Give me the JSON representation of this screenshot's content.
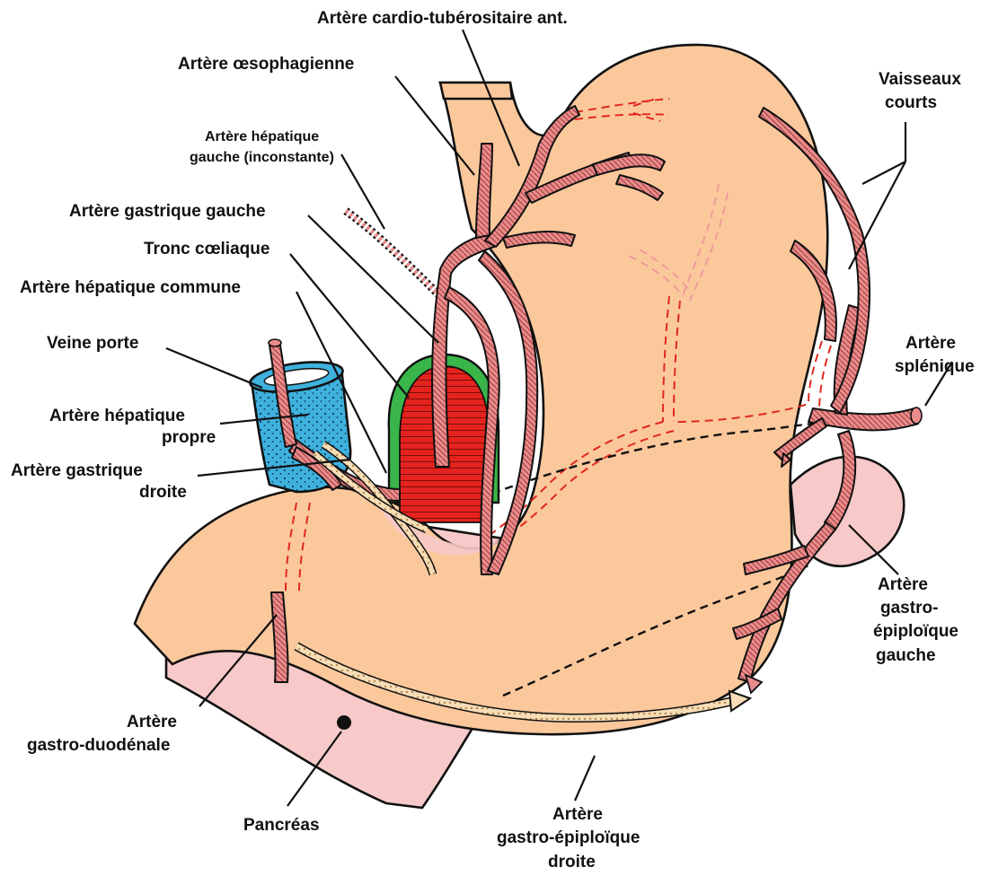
{
  "diagram": {
    "colors": {
      "stomach": "#fbc89c",
      "artery": "#e98b8b",
      "pancreas": "#f7c9c9",
      "portal_vein": "#3fb1dd",
      "aorta_red": "#e5231e",
      "aorta_rim": "#39b54a",
      "hidden_artery": "#e0281e",
      "epiploic_artery": "#f6ddb6"
    },
    "labels": {
      "cardio_tuberositaire": "Artère cardio-tubérositaire ant.",
      "oesophagienne": "Artère œsophagienne",
      "hepatique_gauche_1": "Artère hépatique",
      "hepatique_gauche_2": "gauche (inconstante)",
      "gastrique_gauche": "Artère gastrique gauche",
      "tronc_coeliaque": "Tronc cœliaque",
      "hepatique_commune": "Artère hépatique commune",
      "veine_porte": "Veine porte",
      "hepatique_propre_1": "Artère hépatique",
      "hepatique_propre_2": "propre",
      "gastrique_droite_1": "Artère gastrique",
      "gastrique_droite_2": "droite",
      "gastro_duodenale_1": "Artère",
      "gastro_duodenale_2": "gastro-duodénale",
      "pancreas": "Pancréas",
      "gastro_epiploique_droite_1": "Artère",
      "gastro_epiploique_droite_2": "gastro-épiploïque",
      "gastro_epiploique_droite_3": "droite",
      "vaisseaux_courts_1": "Vaisseaux",
      "vaisseaux_courts_2": "courts",
      "splenique_1": "Artère",
      "splenique_2": "splénique",
      "gastro_epiploique_gauche_1": "Artère",
      "gastro_epiploique_gauche_2": "gastro-",
      "gastro_epiploique_gauche_3": "épiploïque",
      "gastro_epiploique_gauche_4": "gauche"
    }
  }
}
